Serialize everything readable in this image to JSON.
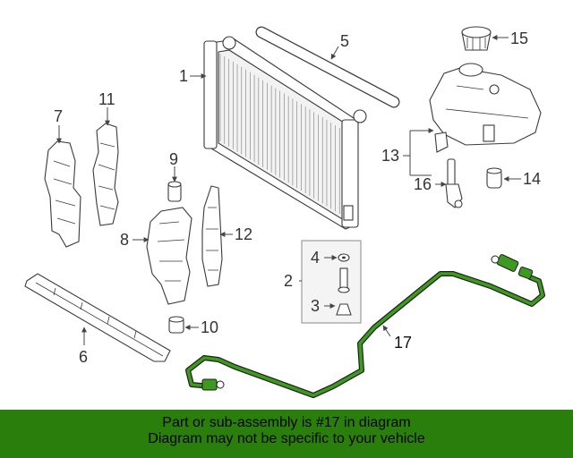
{
  "callouts": {
    "c1": "1",
    "c2": "2",
    "c3": "3",
    "c4": "4",
    "c5": "5",
    "c6": "6",
    "c7": "7",
    "c8": "8",
    "c9": "9",
    "c10": "10",
    "c11": "11",
    "c12": "12",
    "c13": "13",
    "c14": "14",
    "c15": "15",
    "c16": "16",
    "c17": "17"
  },
  "banner": {
    "line1": "Part or sub-assembly is #17 in diagram",
    "line2": "Diagram may not be specific to your vehicle"
  },
  "colors": {
    "highlight_hose": "#3d9a1e",
    "banner_bg": "#2a7f0c",
    "line_art": "#3a3a3a"
  }
}
